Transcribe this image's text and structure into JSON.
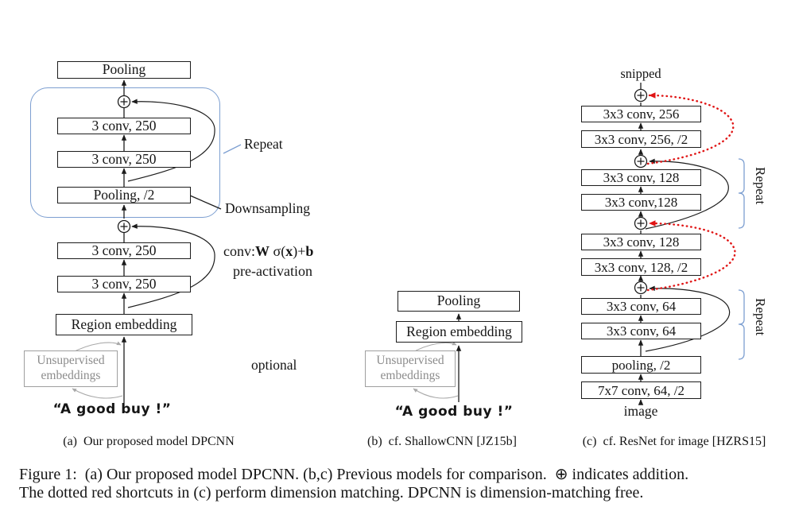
{
  "figure": {
    "caption_line1": "Figure 1:  (a) Our proposed model DPCNN. (b,c) Previous models for comparison.  ⊕ indicates addition.",
    "caption_line2": "The dotted red shortcuts in (c) perform dimension matching. DPCNN is dimension-matching free."
  },
  "panel_a": {
    "caption": "(a)  Our proposed model DPCNN",
    "boxes": {
      "pooling_top": "Pooling",
      "conv1": "3 conv, 250",
      "conv2": "3 conv, 250",
      "pooling_half": "Pooling, /2",
      "conv3": "3 conv, 250",
      "conv4": "3 conv, 250",
      "region_embedding": "Region embedding"
    },
    "annotations": {
      "repeat": "Repeat",
      "downsampling": "Downsampling",
      "formula": {
        "pre": "conv:",
        "w": "W",
        "sigma": " σ(",
        "x": "x",
        "close": ")+",
        "b": "b"
      },
      "pre_activation": "pre-activation"
    },
    "unsupervised": {
      "line1": "Unsupervised",
      "line2": "embeddings"
    },
    "input_text": "“A good buy !”"
  },
  "panel_b": {
    "caption": "(b)  cf. ShallowCNN [JZ15b]",
    "optional_label": "optional",
    "boxes": {
      "pooling": "Pooling",
      "region_embedding": "Region embedding"
    },
    "unsupervised": {
      "line1": "Unsupervised",
      "line2": "embeddings"
    },
    "input_text": "“A good buy !”"
  },
  "panel_c": {
    "caption": "(c)  cf. ResNet for image [HZRS15]",
    "top_label": "snipped",
    "bottom_label": "image",
    "boxes": {
      "b1": "3x3 conv, 256",
      "b2": "3x3 conv, 256, /2",
      "b3": "3x3 conv, 128",
      "b4": "3x3 conv,128",
      "b5": "3x3 conv, 128",
      "b6": "3x3 conv, 128, /2",
      "b7": "3x3 conv, 64",
      "b8": "3x3 conv, 64",
      "b9": "pooling, /2",
      "b10": "7x7 conv, 64, /2"
    },
    "annotations": {
      "repeat_top": "Repeat",
      "repeat_bottom": "Repeat"
    }
  },
  "colors": {
    "blue": "#7d9fd1",
    "red": "#e01414",
    "gray": "#8c8c8c"
  }
}
